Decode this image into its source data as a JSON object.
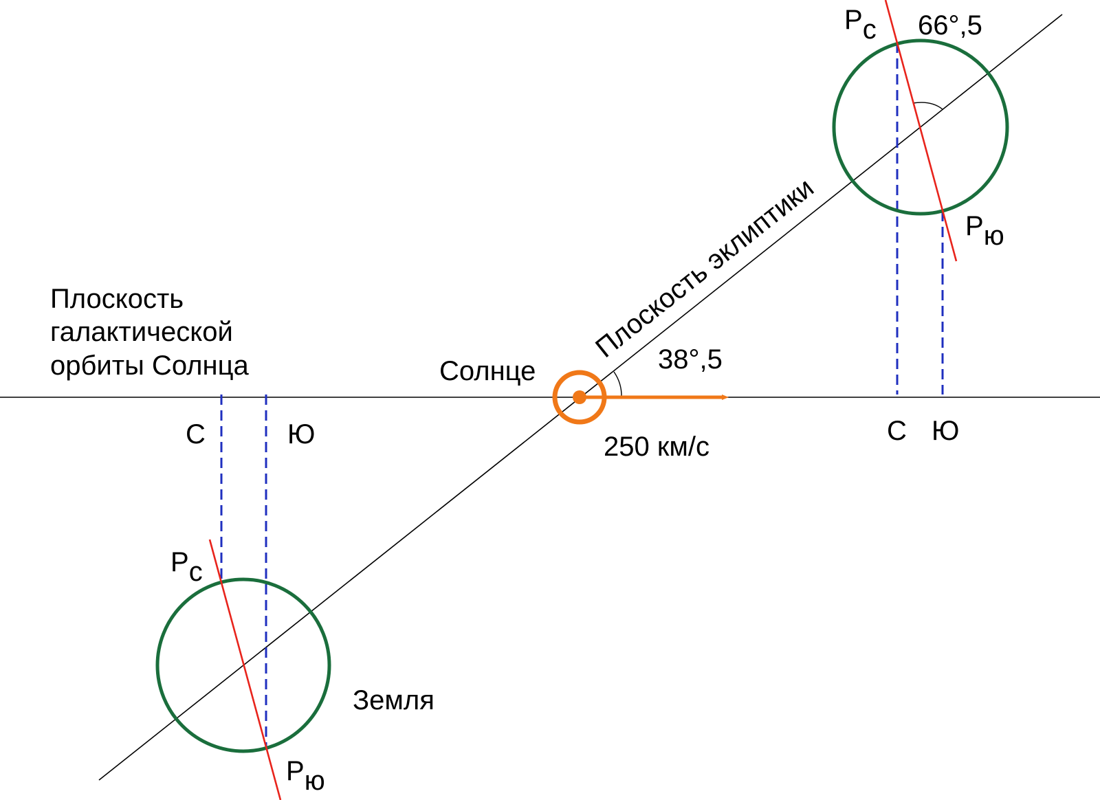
{
  "labels": {
    "galactic_plane": [
      "Плоскость",
      "галактической",
      "орбиты Солнца"
    ],
    "ecliptic_plane": "Плоскость эклиптики",
    "sun": "Солнце",
    "earth": "Земля",
    "angle_ecliptic": "38°,5",
    "angle_axis": "66°,5",
    "velocity": "250 км/с",
    "north": "С",
    "south": "Ю",
    "pole_letter": "Р",
    "pole_north_sub": "с",
    "pole_south_sub": "ю"
  },
  "colors": {
    "line": "#000000",
    "earth": "#1a6e3c",
    "axis": "#e8241c",
    "projection": "#1f2fbf",
    "sun": "#f07818"
  }
}
